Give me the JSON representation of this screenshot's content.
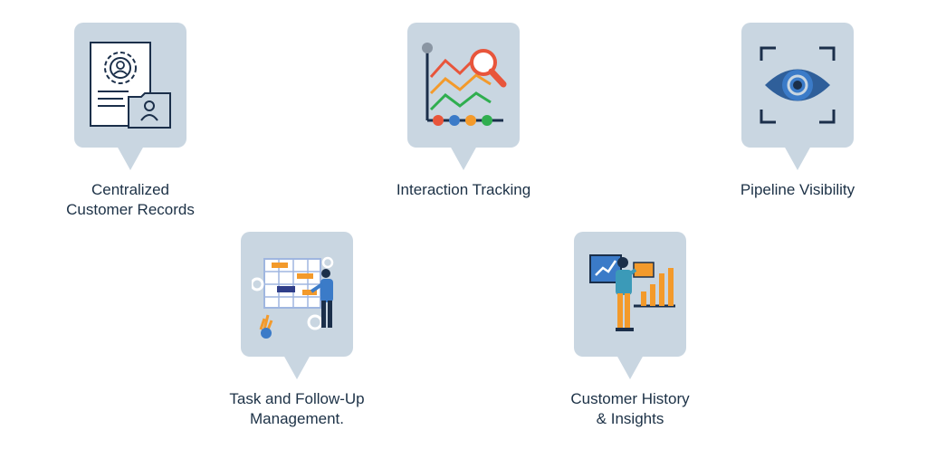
{
  "features": [
    {
      "id": "centralized",
      "icon": "customer-records-icon",
      "label_lines": [
        "Centralized",
        "Customer Records"
      ]
    },
    {
      "id": "interaction",
      "icon": "interaction-tracking-icon",
      "label_lines": [
        "Interaction Tracking"
      ]
    },
    {
      "id": "pipeline",
      "icon": "eye-visibility-icon",
      "label_lines": [
        "Pipeline Visibility"
      ]
    },
    {
      "id": "task",
      "icon": "task-board-icon",
      "label_lines": [
        "Task and Follow-Up",
        "Management."
      ]
    },
    {
      "id": "history",
      "icon": "analytics-person-icon",
      "label_lines": [
        "Customer History",
        "& Insights"
      ]
    }
  ],
  "colors": {
    "card": "#c9d6e1",
    "text": "#1c3146",
    "navy": "#1b2f4a",
    "blue": "#3b7bc8",
    "orange": "#f39a2b",
    "red": "#e8553b",
    "green": "#2fae4f"
  }
}
